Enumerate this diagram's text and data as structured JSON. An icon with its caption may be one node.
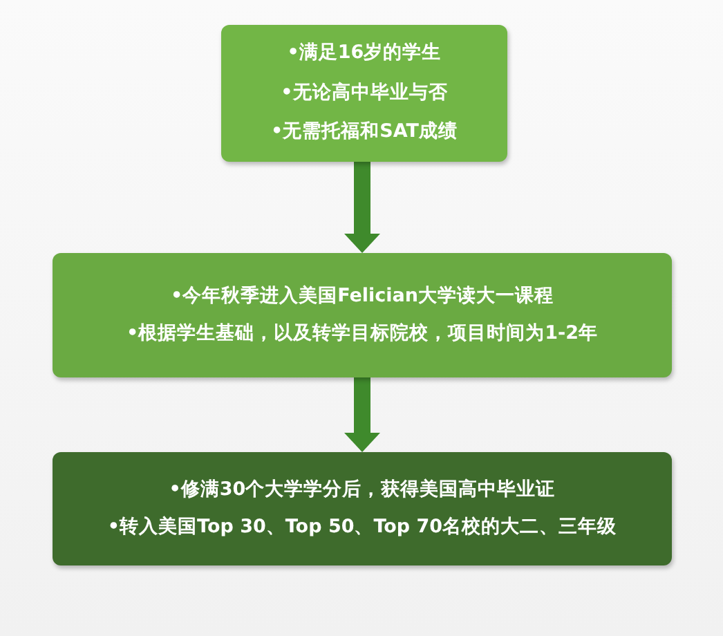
{
  "diagram": {
    "nodes": [
      {
        "text": [
          "•满足16岁的学生",
          "•无论高中毕业与否",
          "•无需托福和SAT成绩"
        ]
      },
      {
        "text": [
          "•今年秋季进入美国Felician大学读大一课程",
          "•根据学生基础，以及转学目标院校，项目时间为1-2年"
        ]
      },
      {
        "text": [
          "•修满30个大学学分后，获得美国高中毕业证",
          "•转入美国Top 30、Top 50、Top 70名校的大二、三年级"
        ]
      }
    ],
    "edges": [
      {
        "from": 0,
        "to": 1,
        "arrow": "to"
      },
      {
        "from": 1,
        "to": 2,
        "arrow": "to"
      }
    ]
  }
}
